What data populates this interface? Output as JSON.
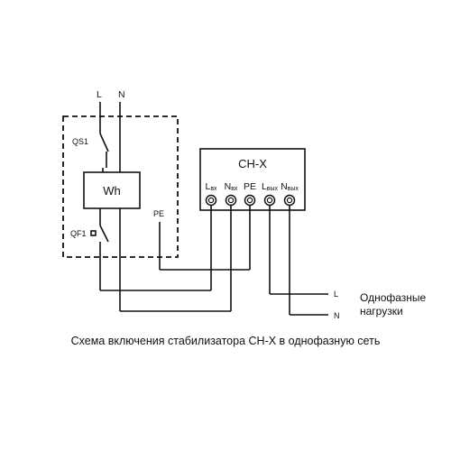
{
  "supply": {
    "phase_label": "L",
    "neutral_label": "N"
  },
  "panel": {
    "breaker_label": "QS1",
    "meter_label": "Wh",
    "rcd_label": "QF1",
    "pe_label": "PE"
  },
  "stabilizer": {
    "name": "СН-Х",
    "terminals": [
      {
        "main": "L",
        "sub": "вх"
      },
      {
        "main": "N",
        "sub": "вх"
      },
      {
        "main": "PE",
        "sub": ""
      },
      {
        "main": "L",
        "sub": "вых"
      },
      {
        "main": "N",
        "sub": "вых"
      }
    ]
  },
  "loads": {
    "phase_label": "L",
    "neutral_label": "N",
    "title_line1": "Однофазные",
    "title_line2": "нагрузки"
  },
  "caption": "Схема включения стабилизатора СН-Х в однофазную сеть"
}
